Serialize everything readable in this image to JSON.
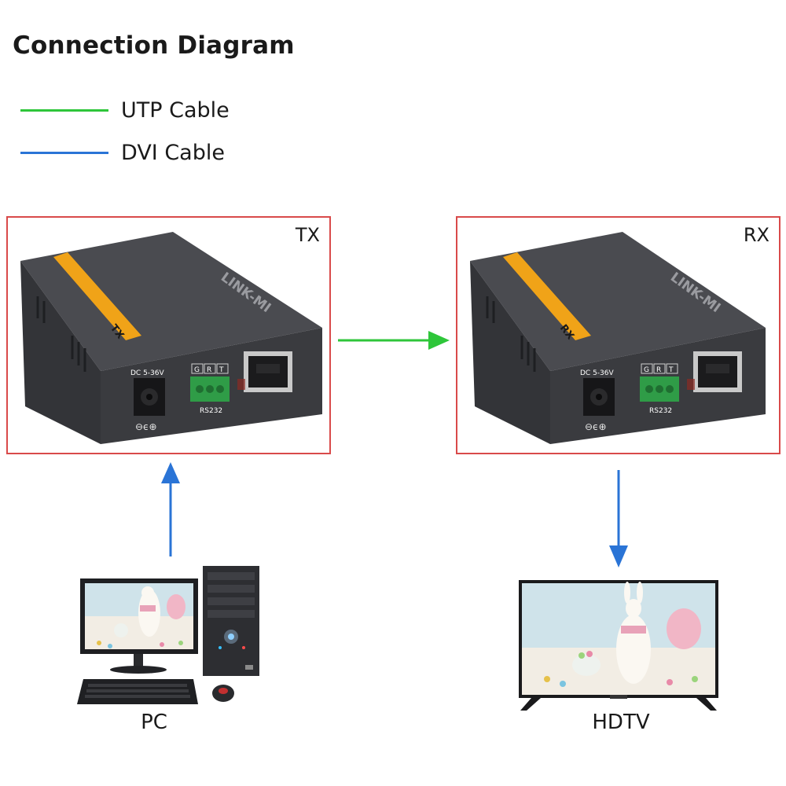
{
  "title": "Connection Diagram",
  "legend": [
    {
      "label": "UTP Cable",
      "color": "#2ec63a",
      "icon": "green-line"
    },
    {
      "label": "DVI Cable",
      "color": "#2a74d6",
      "icon": "blue-line"
    }
  ],
  "tx": {
    "label": "TX",
    "badge": "TX",
    "brand": "LINK-MI",
    "power": "DC 5-36V",
    "serial": "RS232",
    "pins": [
      "G",
      "R",
      "T"
    ]
  },
  "rx": {
    "label": "RX",
    "badge": "RX",
    "brand": "LINK-MI",
    "power": "DC 5-36V",
    "serial": "RS232",
    "pins": [
      "G",
      "R",
      "T"
    ]
  },
  "source": {
    "label": "PC"
  },
  "sink": {
    "label": "HDTV"
  },
  "colors": {
    "box_border": "#d94a4a",
    "utp": "#2ec63a",
    "dvi": "#2a74d6",
    "device_body": "#3d3e42",
    "label_orange": "#f0a318"
  }
}
